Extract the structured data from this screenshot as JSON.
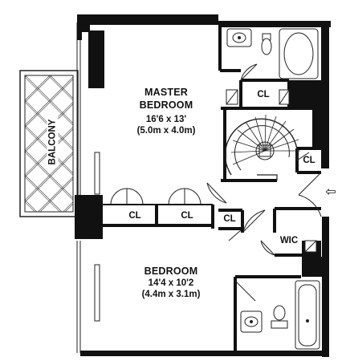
{
  "rooms": {
    "master": {
      "name_line1": "MASTER",
      "name_line2": "BEDROOM",
      "dims_imperial": "16'6 x 13'",
      "dims_metric": "(5.0m x 4.0m)"
    },
    "bedroom": {
      "name": "BEDROOM",
      "dims_imperial": "14'4 x 10'2",
      "dims_metric": "(4.4m x 3.1m)"
    },
    "balcony": {
      "name": "BALCONY"
    }
  },
  "closets": {
    "cl_master_bath": "CL",
    "cl_stair_side": "CL",
    "cl_left": "CL",
    "cl_middle": "CL",
    "cl_small": "CL",
    "wic": "WIC"
  },
  "entry_arrow": "⇦"
}
